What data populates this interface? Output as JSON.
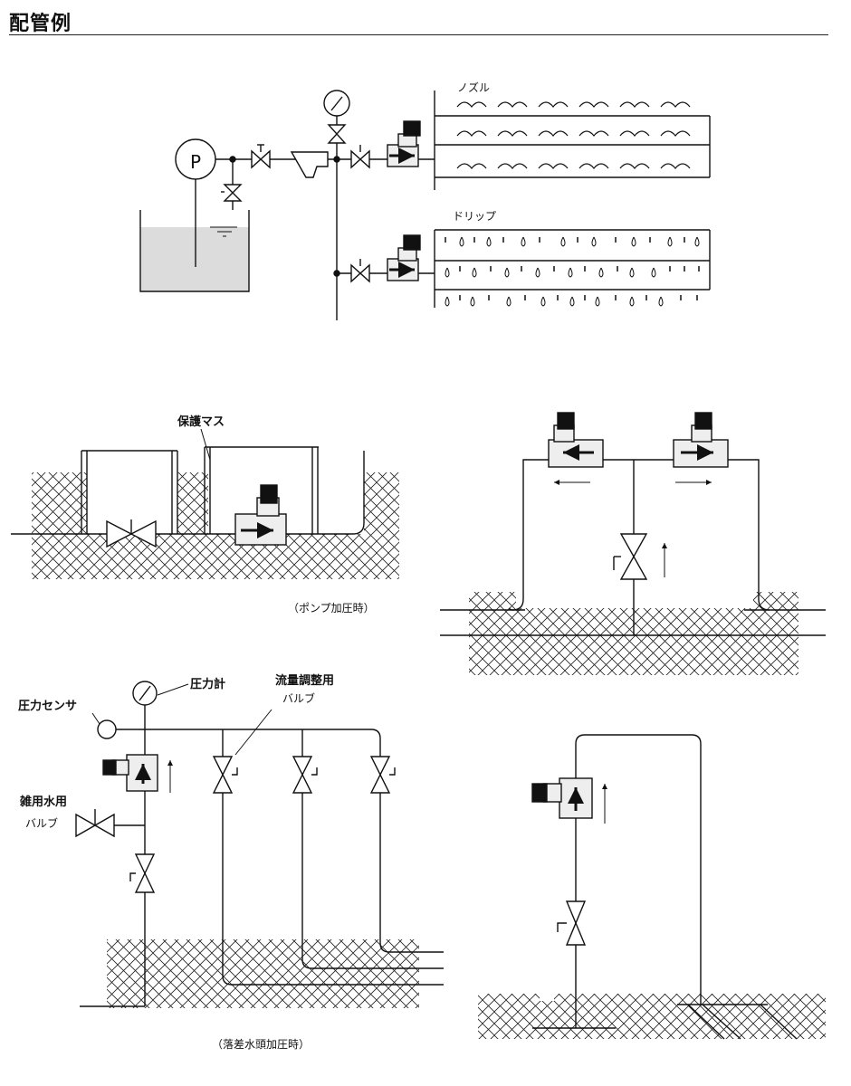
{
  "page": {
    "title": "配管例",
    "colors": {
      "line": "#111111",
      "water": "#dcdcdc",
      "valve_body": "#eeeeee",
      "coil": "#111111"
    }
  },
  "diagram1": {
    "pump_label": "P",
    "nozzle_label": "ノズル",
    "drip_label": "ドリップ"
  },
  "diagram2": {
    "box_label": "保護マス",
    "caption": "（ポンプ加圧時）"
  },
  "diagram4": {
    "gauge_label": "圧力計",
    "sensor_label": "圧力センサ",
    "flow_valve_label_1": "流量調整用",
    "flow_valve_label_2": "バルブ",
    "misc_valve_label_1": "雑用水用",
    "misc_valve_label_2": "バルブ",
    "caption": "（落差水頭加圧時）"
  }
}
